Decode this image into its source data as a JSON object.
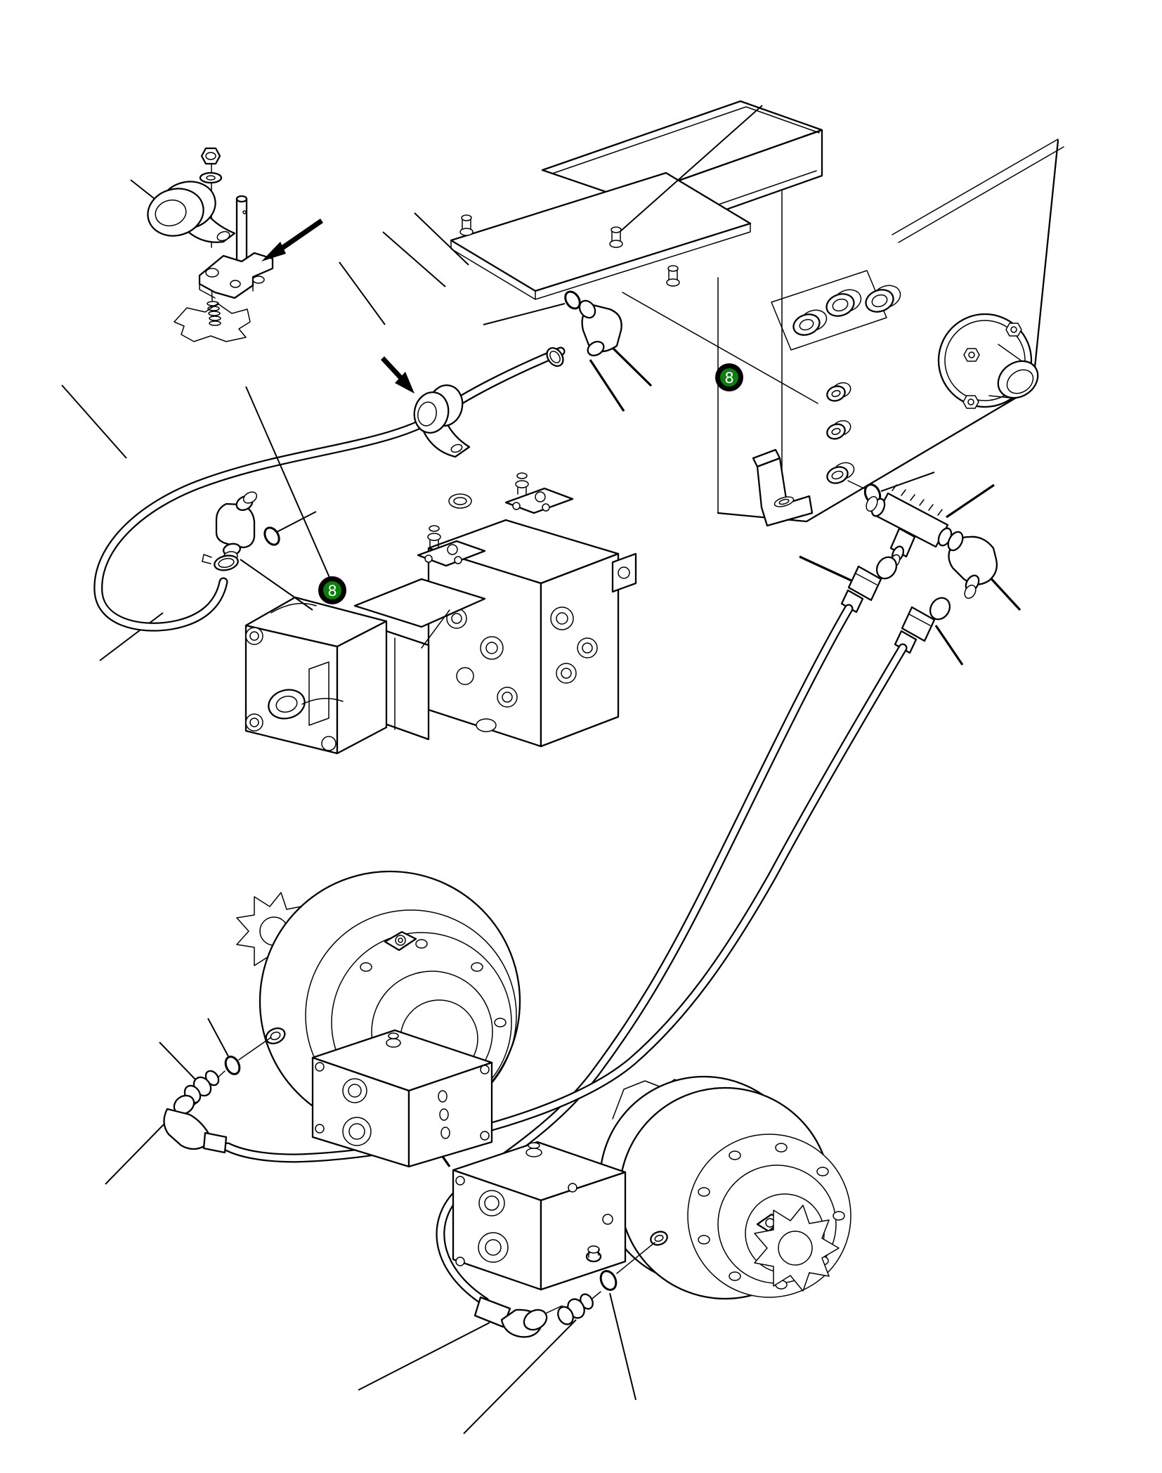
{
  "diagram": {
    "background": "#ffffff",
    "line_color": "#000000",
    "badge_fill": "#0d7d0d",
    "badge_ring": "#000000",
    "badge_text_color": "#ffffff",
    "badges": [
      {
        "id": "hose-callout-tank",
        "label": "8"
      },
      {
        "id": "hose-callout-pump",
        "label": "8"
      }
    ]
  }
}
